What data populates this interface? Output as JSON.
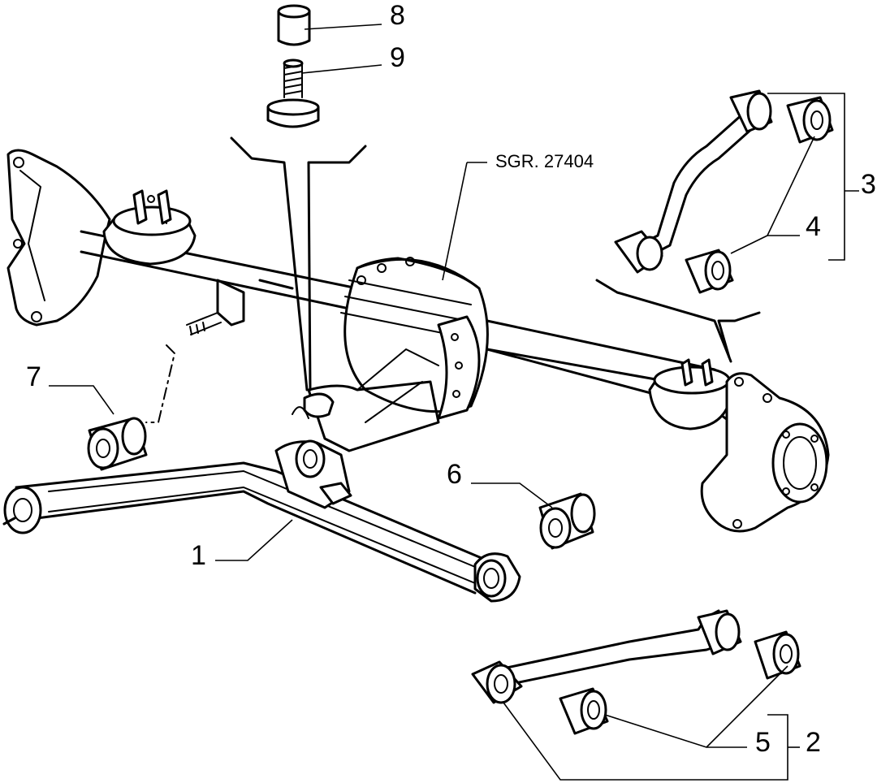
{
  "reference_label": "SGR. 27404",
  "callouts": {
    "c1": "1",
    "c2": "2",
    "c3": "3",
    "c4": "4",
    "c5": "5",
    "c6": "6",
    "c7": "7",
    "c8": "8",
    "c9": "9"
  }
}
